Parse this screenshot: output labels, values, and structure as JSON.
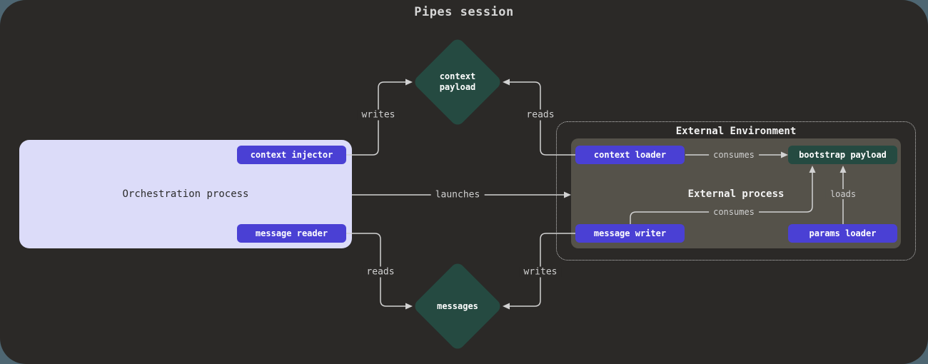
{
  "title": "Pipes session",
  "colors": {
    "page_background": "#4e6672",
    "canvas": "#2b2927",
    "orchestration_fill": "#dcdcf9",
    "button_purple": "#4a40d4",
    "payload_teal": "#254a41",
    "external_process_fill": "#55524a",
    "connector_line": "#d2d2d2"
  },
  "nodes": {
    "orchestration": {
      "label": "Orchestration process",
      "buttons": {
        "context_injector": "context injector",
        "message_reader": "message reader"
      }
    },
    "context_payload": {
      "line1": "context",
      "line2": "payload"
    },
    "messages": {
      "label": "messages"
    },
    "external_environment": {
      "label": "External Environment"
    },
    "external_process": {
      "label": "External process",
      "buttons": {
        "context_loader": "context loader",
        "bootstrap_payload": "bootstrap payload",
        "message_writer": "message writer",
        "params_loader": "params loader"
      }
    }
  },
  "edges": {
    "writes_top": "writes",
    "reads_top": "reads",
    "launches": "launches",
    "reads_bottom": "reads",
    "writes_bottom": "writes",
    "consumes_top": "consumes",
    "consumes_bottom": "consumes",
    "loads": "loads"
  }
}
